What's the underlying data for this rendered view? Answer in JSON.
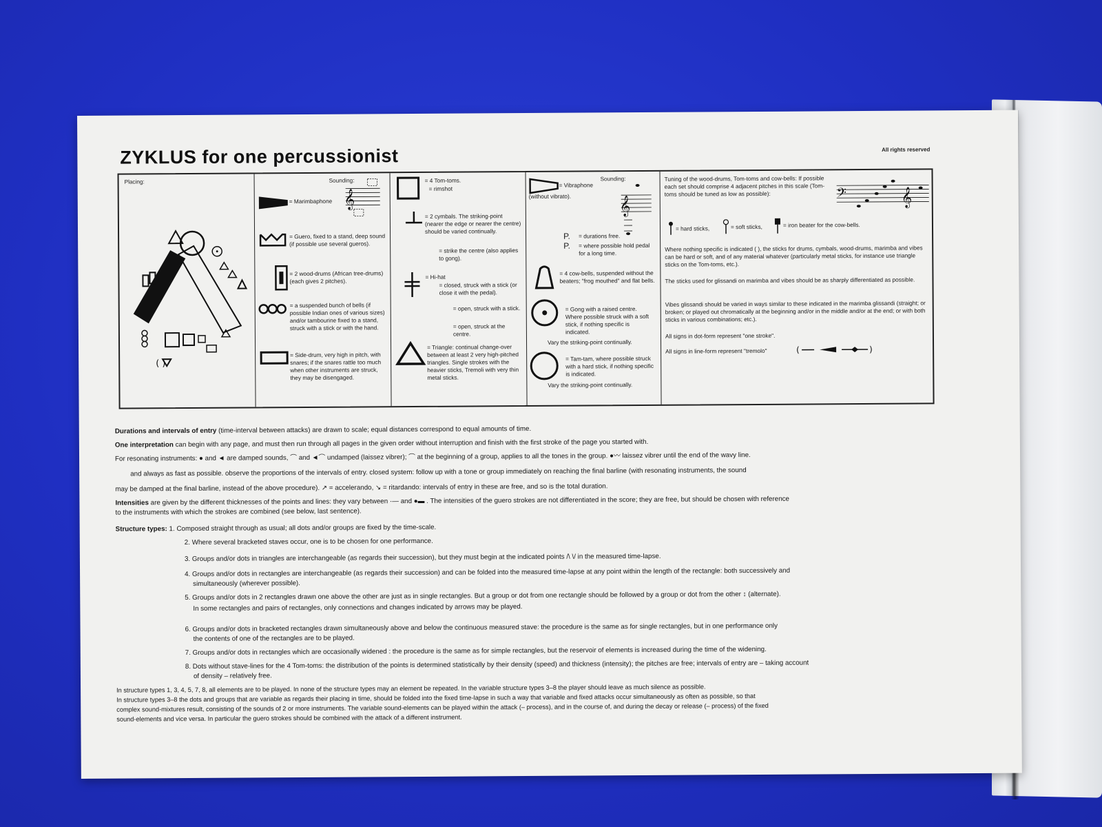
{
  "title": "ZYKLUS for one percussionist",
  "rights": "All rights reserved",
  "columns": {
    "placing": {
      "label": "Placing:"
    },
    "col2": {
      "sounding": "Sounding:",
      "marimbaphone": "= Marimbaphone",
      "guero": "= Guero, fixed to a stand, deep sound (if possible use several gueros).",
      "wood_drums": "= 2 wood-drums (African tree-drums) (each gives 2 pitches).",
      "bells": "= a suspended bunch of bells (if possible Indian ones of various sizes) and/or tambourine fixed to a stand, struck with a stick or with the hand.",
      "side_drum": "= Side-drum, very high in pitch, with snares; if the snares rattle too much when other instruments are struck, they may be disengaged."
    },
    "col3": {
      "tom_toms": "= 4 Tom-toms.",
      "rimshot": "= rimshot",
      "cymbals": "= 2 cymbals. The striking-point (nearer the edge or nearer the centre) should be varied continually.",
      "strike_centre": "= strike the centre (also applies to gong).",
      "hihat": "= Hi-hat",
      "closed": "= closed, struck with a stick (or close it with the pedal).",
      "open_stick": "= open, struck with a stick.",
      "open_centre": "= open, struck at the centre.",
      "triangle": "= Triangle: continual change-over between at least 2 very high-pitched triangles. Single strokes with the heavier sticks, Tremoli with very thin metal sticks."
    },
    "col4": {
      "sounding": "Sounding:",
      "vibraphone": "= Vibraphone",
      "without_vibrato": "(without vibrato).",
      "durations_free": "= durations free.",
      "hold_pedal": "= where possible hold pedal for a long time.",
      "cowbells": "= 4 cow-bells, suspended without the beaters; \"frog mouthed\" and flat bells.",
      "gong": "= Gong with a raised centre. Where possible struck with a soft stick, if nothing specific is indicated.",
      "vary1": "Vary the striking-point continually.",
      "tamtam": "= Tam-tam, where possible struck with a hard stick, if nothing specific is indicated.",
      "vary2": "Vary the striking-point continually."
    },
    "col5": {
      "tuning": "Tuning of the wood-drums, Tom-toms and cow-bells: If possible each set should comprise 4 adjacent pitches in this scale (Tom-toms should be tuned as low as possible):",
      "hard": "= hard sticks,",
      "soft": "= soft sticks,",
      "iron": "= iron beater for the cow-bells.",
      "nothing_specific": "Where nothing specific is indicated ( ), the sticks for drums, cymbals, wood-drums, marimba and vibes can be hard or soft, and of any material whatever (particularly metal sticks, for instance use triangle sticks on the Tom-toms, etc.).",
      "glissandi": "The sticks used for glissandi on marimba and vibes should be as sharply differentiated as possible.",
      "vibes": "Vibes glissandi should be varied in ways similar to these indicated in the marimba glissandi (straight; or broken; or played out chromatically at the beginning and/or in the middle and/or at the end; or with both sticks in various combinations; etc.).",
      "dot_form": "All signs in dot-form represent \"one stroke\".",
      "line_form": "All signs in line-form represent \"tremolo\""
    }
  },
  "notes": {
    "durations_b": "Durations and intervals of entry",
    "durations": "(time-interval between attacks) are drawn to scale; equal distances correspond to equal amounts of time.",
    "interp_b": "One interpretation",
    "interp": "can begin with any page, and must then run through all pages in the given order without interruption and finish with the first stroke of the page you started with.",
    "resonating": "For resonating instruments: ● and ◄ are damped sounds, ⌒ and ◄⌒ undamped (laissez vibrer); ⌒ at the beginning of a group, applies to all the tones in the group. ●〰 laissez vibrer until the end of the wavy line.",
    "fast": "and        always as fast as possible.        observe the proportions of the intervals of entry.             closed system: follow up with a tone or group immediately on reaching the final barline (with resonating instruments, the sound",
    "damped": "may be damped at the final barline, instead of the above procedure).   ↗ = accelerando,   ↘ = ritardando: intervals of entry in these are free, and so is the total duration.",
    "intensities_b": "Intensities",
    "intensities": "are given by the different thicknesses of the points and lines: they vary between ·—  and  ●▬ . The intensities of the guero strokes are not differentiated in the score; they are free, but should be chosen with reference",
    "intensities2": "to the instruments with which the strokes are combined (see below, last sentence).",
    "structure_b": "Structure types:",
    "s1": "1. Composed straight through as usual; all dots and/or groups are fixed by the time-scale.",
    "s2": "2. Where several bracketed staves            occur, one is to be chosen for one performance.",
    "s3": "3. Groups and/or dots in triangles               are interchangeable (as regards their succession), but they must begin at the indicated points  /\\ \\/  in the measured time-lapse.",
    "s4": "4. Groups and/or dots in rectangles           are interchangeable (as regards their succession) and can be folded into the measured time-lapse at any point within the length of the rectangle: both successively and",
    "s4b": "simultaneously (wherever possible).",
    "s5": "5. Groups and/or dots in 2 rectangles drawn one above the other          are just as in single rectangles. But a group or dot from one rectangle should be followed by a group or dot from the other  ↕  (alternate).",
    "s5b": "In some rectangles and pairs of rectangles, only connections and changes indicated by arrows may be played.",
    "s6": "6. Groups and/or dots in bracketed rectangles                    drawn simultaneously above and below the continuous measured stave: the procedure is the same as for single rectangles, but in one performance only",
    "s6b": "the contents of one of the rectangles are to                    be played.",
    "s7": "7. Groups and/or dots in rectangles which are occasionally widened                        : the procedure is the same as for simple rectangles, but the reservoir of elements is increased during the time of the widening.",
    "s8": "8. Dots without stave-lines for the 4 Tom-toms: the distribution of the points is determined statistically by their density (speed) and thickness (intensity); the pitches are free; intervals of entry are – taking account",
    "s8b": "of density – relatively free.",
    "final1": "In structure types 1, 3, 4, 5, 7, 8, all elements are to be played. In none of the structure types may an element be repeated. In the variable structure types 3–8 the player should leave as much silence as possible.",
    "final2": "In structure types 3–8 the dots and groups that are variable as regards their placing in time, should be folded into the fixed time-lapse in such a way that variable and fixed attacks occur simultaneously as often as possible, so that",
    "final3": "complex sound-mixtures result, consisting of the sounds of 2 or more instruments. The variable sound-elements can be played within the attack (– process), and in the course of, and during the decay or release (– process) of the fixed",
    "final4": "sound-elements and vice versa. In particular the guero strokes should be combined with the attack of a different instrument."
  },
  "colors": {
    "background": "#1f2fc2",
    "paper": "#f1f1ef",
    "ink": "#111111"
  }
}
